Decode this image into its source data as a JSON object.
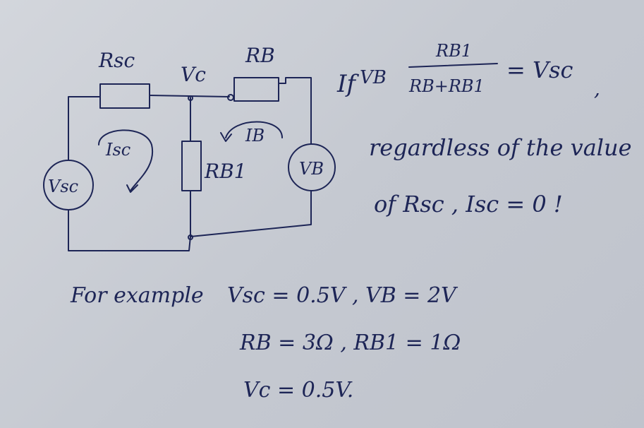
{
  "circuit": {
    "labels": {
      "rsc": "Rsc",
      "vc": "Vc",
      "rb": "RB",
      "rb1": "RB1",
      "isc": "Isc",
      "ib": "IB",
      "vsc_source": "Vsc",
      "vb_source": "VB"
    }
  },
  "condition": {
    "if": "If",
    "vb": "VB",
    "numerator": "RB1",
    "denominator": "RB+RB1",
    "equals": "= Vsc",
    "comma": ",",
    "line2": "regardless of the value",
    "line3": "of Rsc , Isc = 0 !"
  },
  "example": {
    "label": "For example",
    "line1": "Vsc = 0.5V ,  VB = 2V",
    "line2": "RB = 3Ω ,  RB1 = 1Ω",
    "line3": "Vc = 0.5V."
  },
  "colors": {
    "ink": "#1d2556",
    "paper": "#c9ccd3"
  }
}
